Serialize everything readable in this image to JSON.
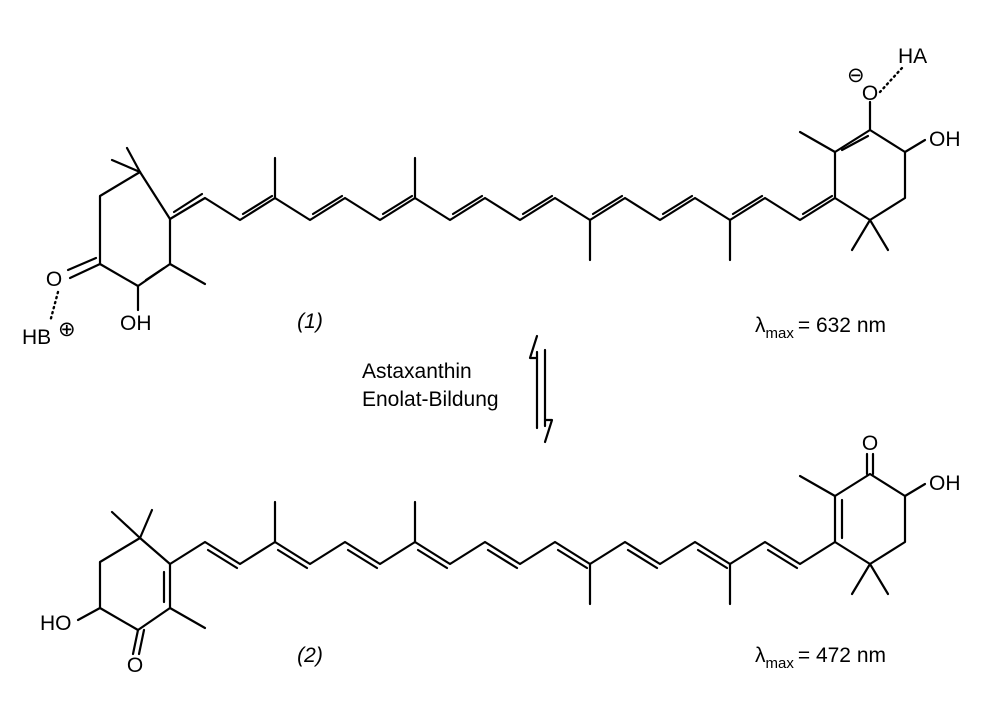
{
  "compound1": {
    "label": "(1)",
    "lambda_symbol": "λ",
    "lambda_subscript": "max",
    "lambda_value": "=  632 nm",
    "atoms": {
      "left_carbonyl_o": "O",
      "left_base": "HB",
      "left_base_charge": "⊕",
      "left_oh": "OH",
      "right_oxide_charge": "⊖",
      "right_oxide_o": "O",
      "right_acid": "HA",
      "right_oh": "OH"
    }
  },
  "compound2": {
    "label": "(2)",
    "lambda_symbol": "λ",
    "lambda_subscript": "max",
    "lambda_value": "=  472 nm",
    "atoms": {
      "left_ho": "HO",
      "left_o": "O",
      "right_o": "O",
      "right_oh": "OH"
    }
  },
  "equilibrium": {
    "line1": "Astaxanthin",
    "line2": "Enolat-Bildung"
  }
}
